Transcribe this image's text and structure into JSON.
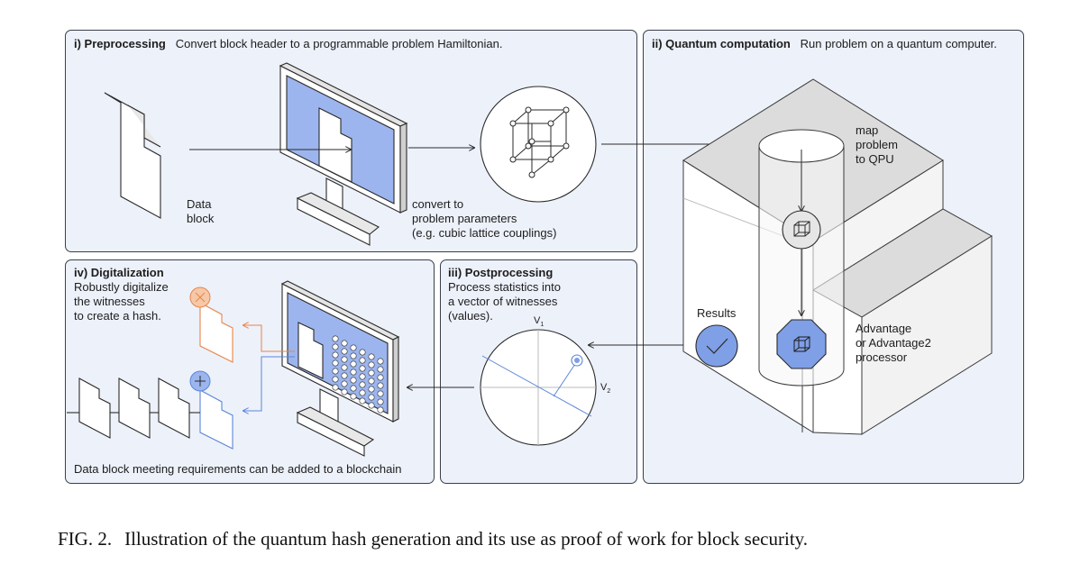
{
  "panels": {
    "preprocessing": {
      "title": "i) Preprocessing",
      "desc": "Convert block header to a programmable problem Hamiltonian.",
      "data_block_label": "Data\nblock",
      "convert_label": "convert to\nproblem parameters\n(e.g. cubic lattice couplings)"
    },
    "quantum": {
      "title": "ii) Quantum computation",
      "desc": "Run problem on a  quantum computer.",
      "map_label": "map\nproblem\nto QPU",
      "results_label": "Results",
      "processor_label": "Advantage\nor Advantage2\nprocessor"
    },
    "postprocessing": {
      "title": "iii) Postprocessing",
      "desc": "Process statistics into\na vector of witnesses\n(values).",
      "v1_label": "V",
      "v1_sub": "1",
      "v2_label": "V",
      "v2_sub": "2"
    },
    "digitalization": {
      "title": "iv) Digitalization",
      "desc": "Robustly digitalize\nthe witnesses\nto create a hash.",
      "footer": "Data block meeting requirements can be added to a blockchain"
    }
  },
  "caption": {
    "label": "FIG. 2.",
    "text": "Illustration of the quantum hash generation and its use as proof of work for block security."
  },
  "colors": {
    "panel_bg": "#edf1fa",
    "accent_blue": "#7f9fe6",
    "orange": "#e8844a",
    "line": "#2a2a2a"
  }
}
